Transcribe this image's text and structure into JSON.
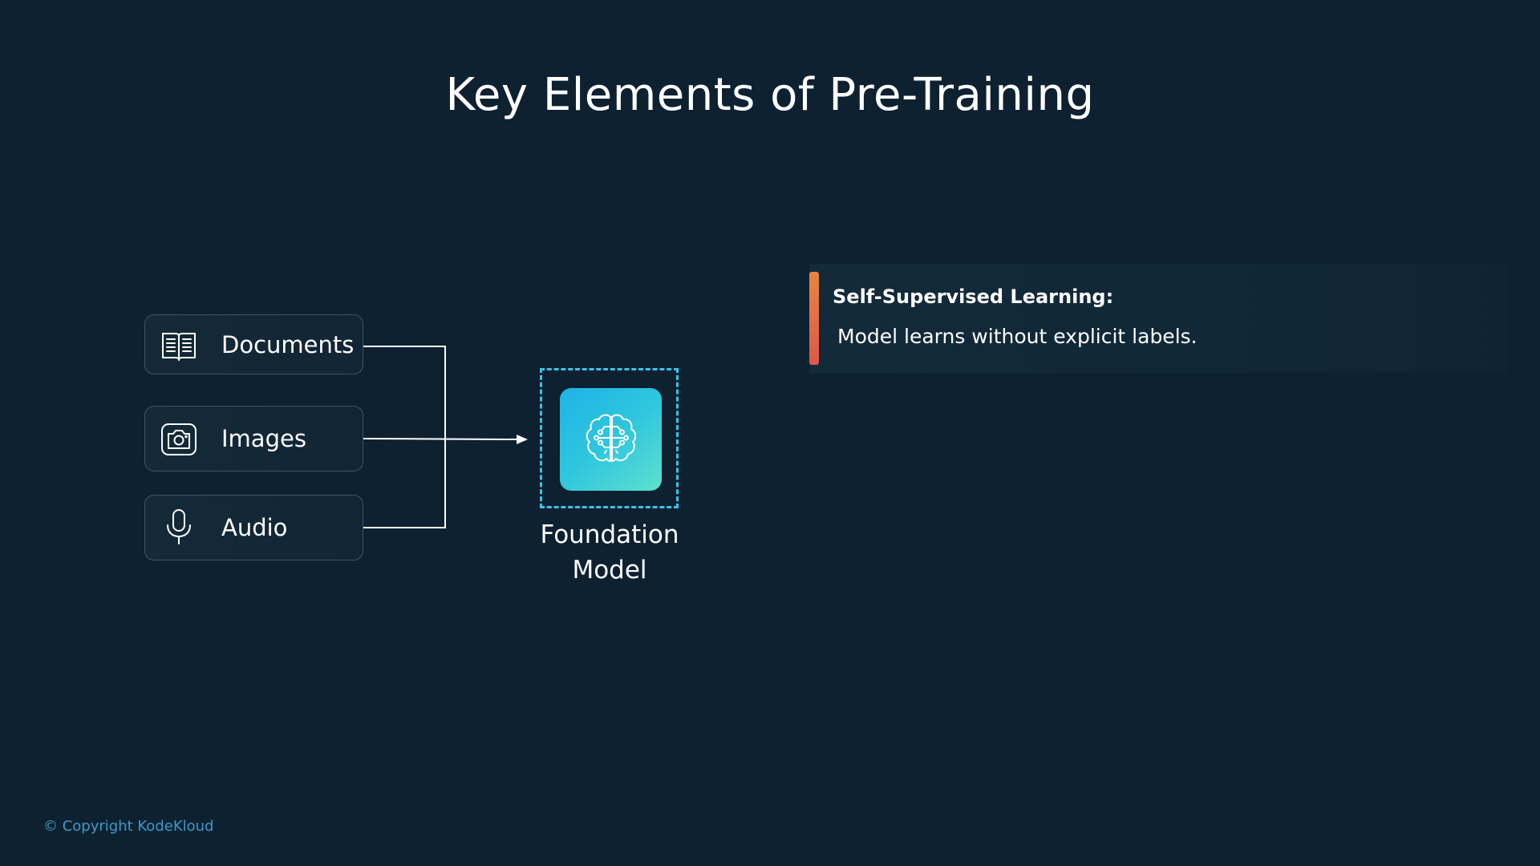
{
  "slide": {
    "title": "Key Elements of Pre-Training",
    "copyright": "© Copyright KodeKloud"
  },
  "sources": [
    {
      "label": "Documents",
      "icon": "book-icon"
    },
    {
      "label": "Images",
      "icon": "camera-icon"
    },
    {
      "label": "Audio",
      "icon": "microphone-icon"
    }
  ],
  "model": {
    "label_line1": "Foundation",
    "label_line2": "Model",
    "icon": "brain-circuit-icon"
  },
  "callout": {
    "heading": "Self-Supervised Learning:",
    "text": "Model learns without explicit labels."
  },
  "colors": {
    "background": "#0e2131",
    "accent_dashed": "#3fbfe6",
    "tile_gradient_start": "#1fb3e6",
    "tile_gradient_end": "#5ee0cf",
    "callout_bar_top": "#e7853f",
    "callout_bar_bottom": "#e0574a",
    "copyright": "#3e9ac6"
  }
}
